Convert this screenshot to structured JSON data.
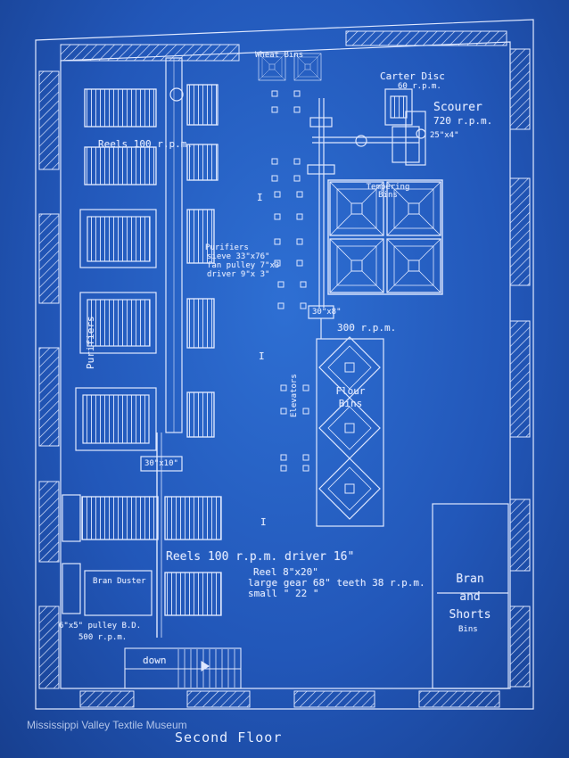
{
  "title": "Second Floor",
  "watermark": "Mississippi Valley Textile Museum",
  "colors": {
    "paper": "#2257b9",
    "ink": "#dfe8ff"
  },
  "labels": {
    "reels_top": "Reels 100 r.p.m.",
    "purifiers_side": "Purifiers",
    "purifiers_spec_1": "Purifiers",
    "purifiers_spec_2": "sieve 33\"x76\"",
    "purifiers_spec_3": "fan pulley 7\"x3",
    "purifiers_spec_4": "driver 9\"x 3\"",
    "pulley_30x10": "30\"x10\"",
    "pulley_30x8": "30\"x8\"",
    "rpm_300": "300 r.p.m.",
    "elevators": "Elevators",
    "flour_bins": "Flour Bins",
    "tempering_bins": "Tempering Bins",
    "wheat_bins": "Wheat Bins",
    "carter_disc": "Carter Disc",
    "carter_rpm": "60 r.p.m.",
    "scourer": "Scourer",
    "scourer_rpm": "720 r.p.m.",
    "scourer_pulley": "25\"x4\"",
    "reels_bottom": "Reels 100 r.p.m. driver 16\"",
    "reel_spec": "Reel 8\"x20\"",
    "large_gear": "large gear 68\" teeth 38 r.p.m.",
    "small_gear": "small \"  22  \"",
    "bran_duster": "Bran Duster",
    "pulley_bd": "6\"x5\" pulley B.D.",
    "pulley_bd_rpm": "500 r.p.m.",
    "down": "down",
    "bran_shorts": "Bran and Shorts",
    "bran_shorts_bins": "Bins",
    "column_marks": [
      "I",
      "I",
      "I"
    ]
  }
}
